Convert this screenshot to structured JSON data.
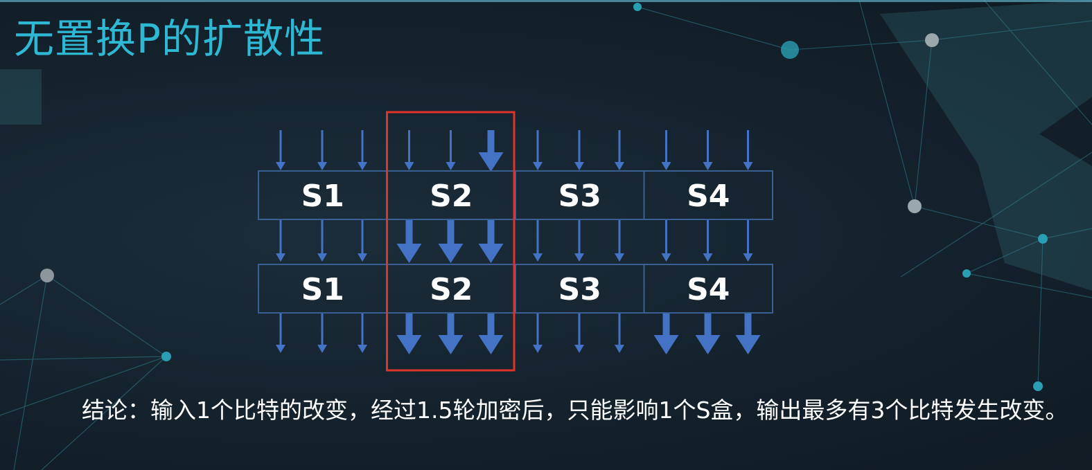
{
  "slide": {
    "title": "无置换P的扩散性",
    "conclusion": "结论：输入1个比特的改变，经过1.5轮加密后，只能影响1个S盒，输出最多有3个比特发生改变。"
  },
  "diagram": {
    "rows": [
      {
        "boxes": [
          "S1",
          "S2",
          "S3",
          "S4"
        ]
      },
      {
        "boxes": [
          "S1",
          "S2",
          "S3",
          "S4"
        ]
      }
    ],
    "highlighted_box": "S2",
    "highlight_color": "#e0342a",
    "arrow_color": "#4472c4",
    "box_border_color": "#3a5f93",
    "arrow_levels": [
      {
        "level": "input",
        "bold": [
          false,
          false,
          false,
          false,
          false,
          true,
          false,
          false,
          false,
          false,
          false,
          false
        ]
      },
      {
        "level": "between",
        "bold": [
          false,
          false,
          false,
          true,
          true,
          true,
          false,
          false,
          false,
          false,
          false,
          false
        ]
      },
      {
        "level": "output",
        "bold": [
          false,
          false,
          false,
          true,
          true,
          true,
          false,
          false,
          false,
          true,
          true,
          true
        ]
      }
    ]
  }
}
